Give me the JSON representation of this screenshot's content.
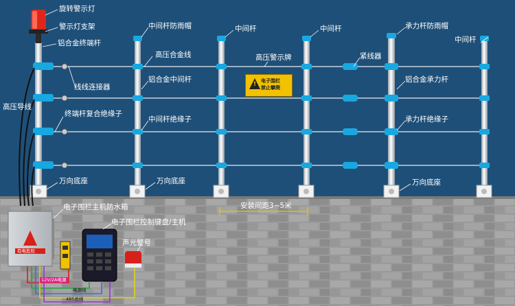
{
  "labels": {
    "rotating_light": "旋转警示灯",
    "light_bracket": "警示灯支架",
    "alloy_end_pole": "铝合金终端杆",
    "hv_lead_wire": "高压导线",
    "wire_connector": "线线连接器",
    "end_insulator": "终端杆复合绝缘子",
    "universal_base_1": "万向底座",
    "universal_base_2": "万向底座",
    "universal_base_3": "万向底座",
    "mid_pole_cap": "中间杆防雨帽",
    "hv_alloy_wire": "高压合金线",
    "alloy_mid_pole": "铝合金中间杆",
    "mid_pole_insulator": "中间杆绝缘子",
    "mid_pole_1": "中间杆",
    "hv_warning_sign": "高压警示牌",
    "mid_pole_2": "中间杆",
    "tensioner": "紧线器",
    "bearing_pole_cap": "承力杆防雨帽",
    "alloy_bearing_pole": "铝合金承力杆",
    "bearing_insulator": "承力杆绝缘子",
    "mid_pole_3": "中间杆",
    "install_spacing": "安装间距3~5米",
    "host_box": "电子围栏主机防水箱",
    "keypad_host": "电子围栏控制键盘/主机",
    "siren": "声光警号"
  },
  "sign": {
    "line1": "电子围栏",
    "line2": "禁止攀爬"
  },
  "box_label": "有电危险",
  "wires": {
    "power": "12V/2A电源",
    "power_line": "电源线",
    "bus_line": "485总线"
  },
  "colors": {
    "sky": "#1e4f78",
    "wall": "#8c8c8c",
    "insulator": "#18a8e0",
    "warning": "#f2c200"
  }
}
